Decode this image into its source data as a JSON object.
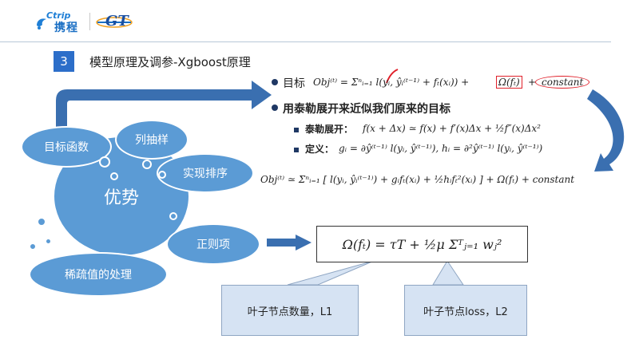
{
  "header": {
    "ctrip_word": "Ctrip",
    "ctrip_cn": "携程",
    "gt_mark": "GT"
  },
  "section": {
    "number": "3",
    "title": "模型原理及调参-Xgboost原理"
  },
  "bubbles": {
    "center": "优势",
    "objective": "目标函数",
    "column_sample": "列抽样",
    "sorting": "实现排序",
    "regularization": "正则项",
    "sparse": "稀疏值的处理"
  },
  "bullets": {
    "objective_label": "目标",
    "objective_formula": "Obj⁽ᵗ⁾ = Σⁿᵢ₌₁ l(yᵢ, ŷᵢ⁽ᵗ⁻¹⁾ + fₜ(xᵢ)) + ",
    "omega_term": "Ω(fₜ)",
    "plus": "+",
    "constant_term": "constant",
    "taylor_heading": "用泰勒展开来近似我们原来的目标",
    "taylor_label": "泰勒展开：",
    "taylor_formula": "f(x + Δx) ≃ f(x) + f′(x)Δx + ½f″(x)Δx²",
    "def_label": "定义：",
    "def_formula": "gᵢ = ∂ŷ⁽ᵗ⁻¹⁾ l(yᵢ, ŷ⁽ᵗ⁻¹⁾),   hᵢ = ∂²ŷ⁽ᵗ⁻¹⁾ l(yᵢ, ŷ⁽ᵗ⁻¹⁾)"
  },
  "approx_formula": "Obj⁽ᵗ⁾ ≃ Σⁿᵢ₌₁ [ l(yᵢ, ŷᵢ⁽ᵗ⁻¹⁾) + gᵢfₜ(xᵢ) + ½hᵢfₜ²(xᵢ) ] + Ω(fₜ) + constant",
  "regularizer_formula": "Ω(fₜ) = τT + ½μ Σᵀⱼ₌₁ wⱼ²",
  "callouts": {
    "left": "叶子节点数量，L1",
    "right": "叶子节点loss，L2"
  },
  "colors": {
    "bubble": "#5b9bd5",
    "section_badge": "#2c6ec9",
    "arrow_fill": "#3a6fb0",
    "callout_fill": "#d6e3f3",
    "highlight_red": "#e0202a"
  }
}
